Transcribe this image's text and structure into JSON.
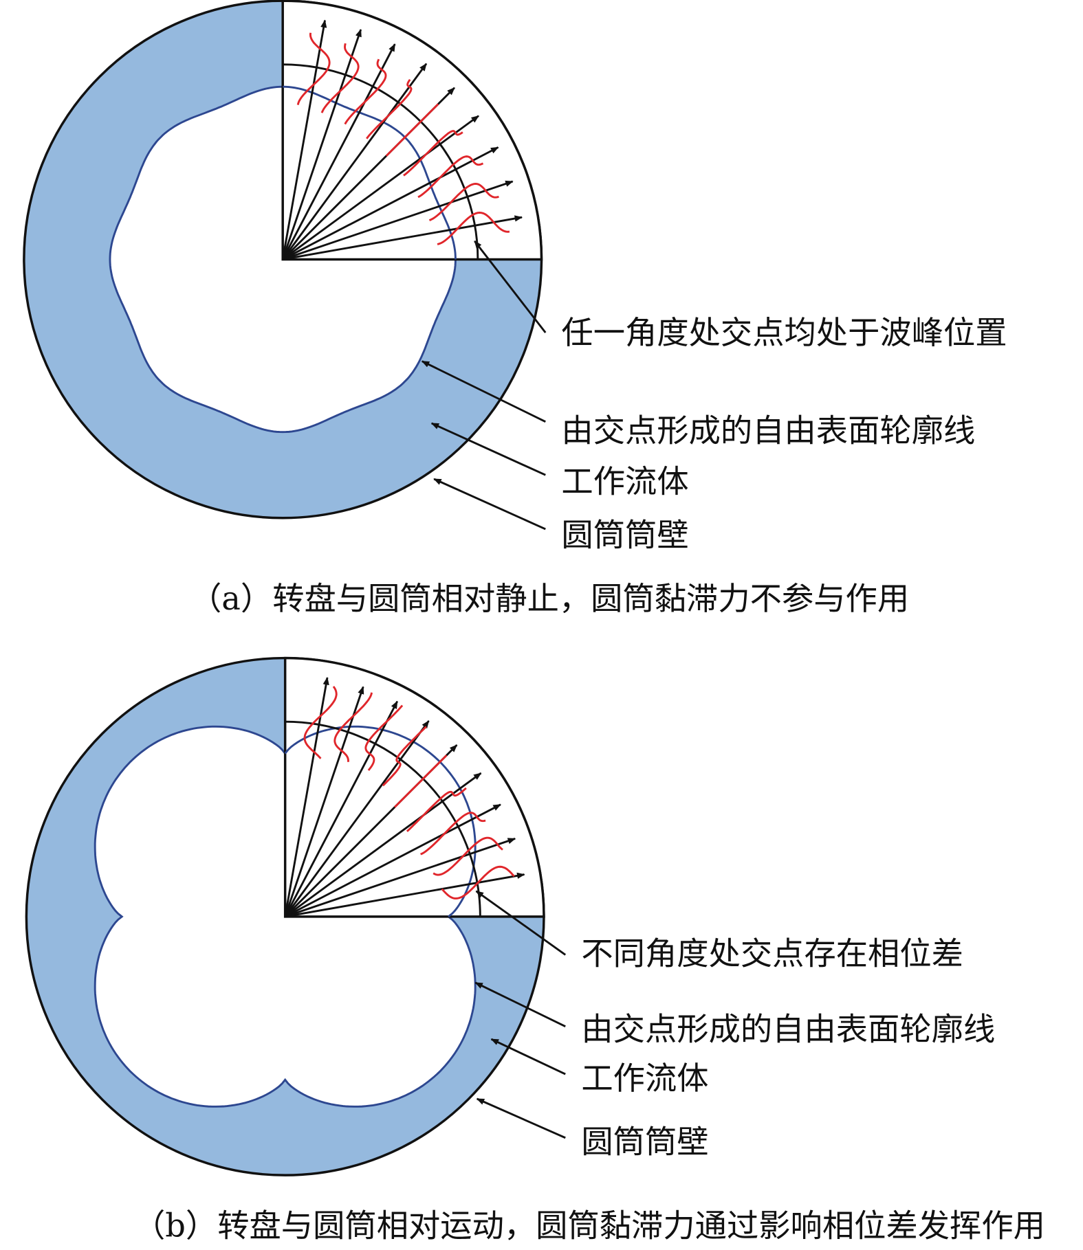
{
  "panel_a": {
    "labels": [
      "任一角度处交点均处于波峰位置",
      "由交点形成的自由表面轮廓线",
      "工作流体",
      "圆筒筒壁"
    ],
    "caption": "（a）转盘与圆筒相对静止，圆筒黏滞力不参与作用"
  },
  "panel_b": {
    "labels": [
      "不同角度处交点存在相位差",
      "由交点形成的自由表面轮廓线",
      "工作流体",
      "圆筒筒壁"
    ],
    "caption": "（b）转盘与圆筒相对运动，圆筒黏滞力通过影响相位差发挥作用"
  },
  "colors": {
    "fluid": "#95b9de",
    "surface": "#2d4790",
    "wave": "#e0262b",
    "line": "#111111"
  }
}
